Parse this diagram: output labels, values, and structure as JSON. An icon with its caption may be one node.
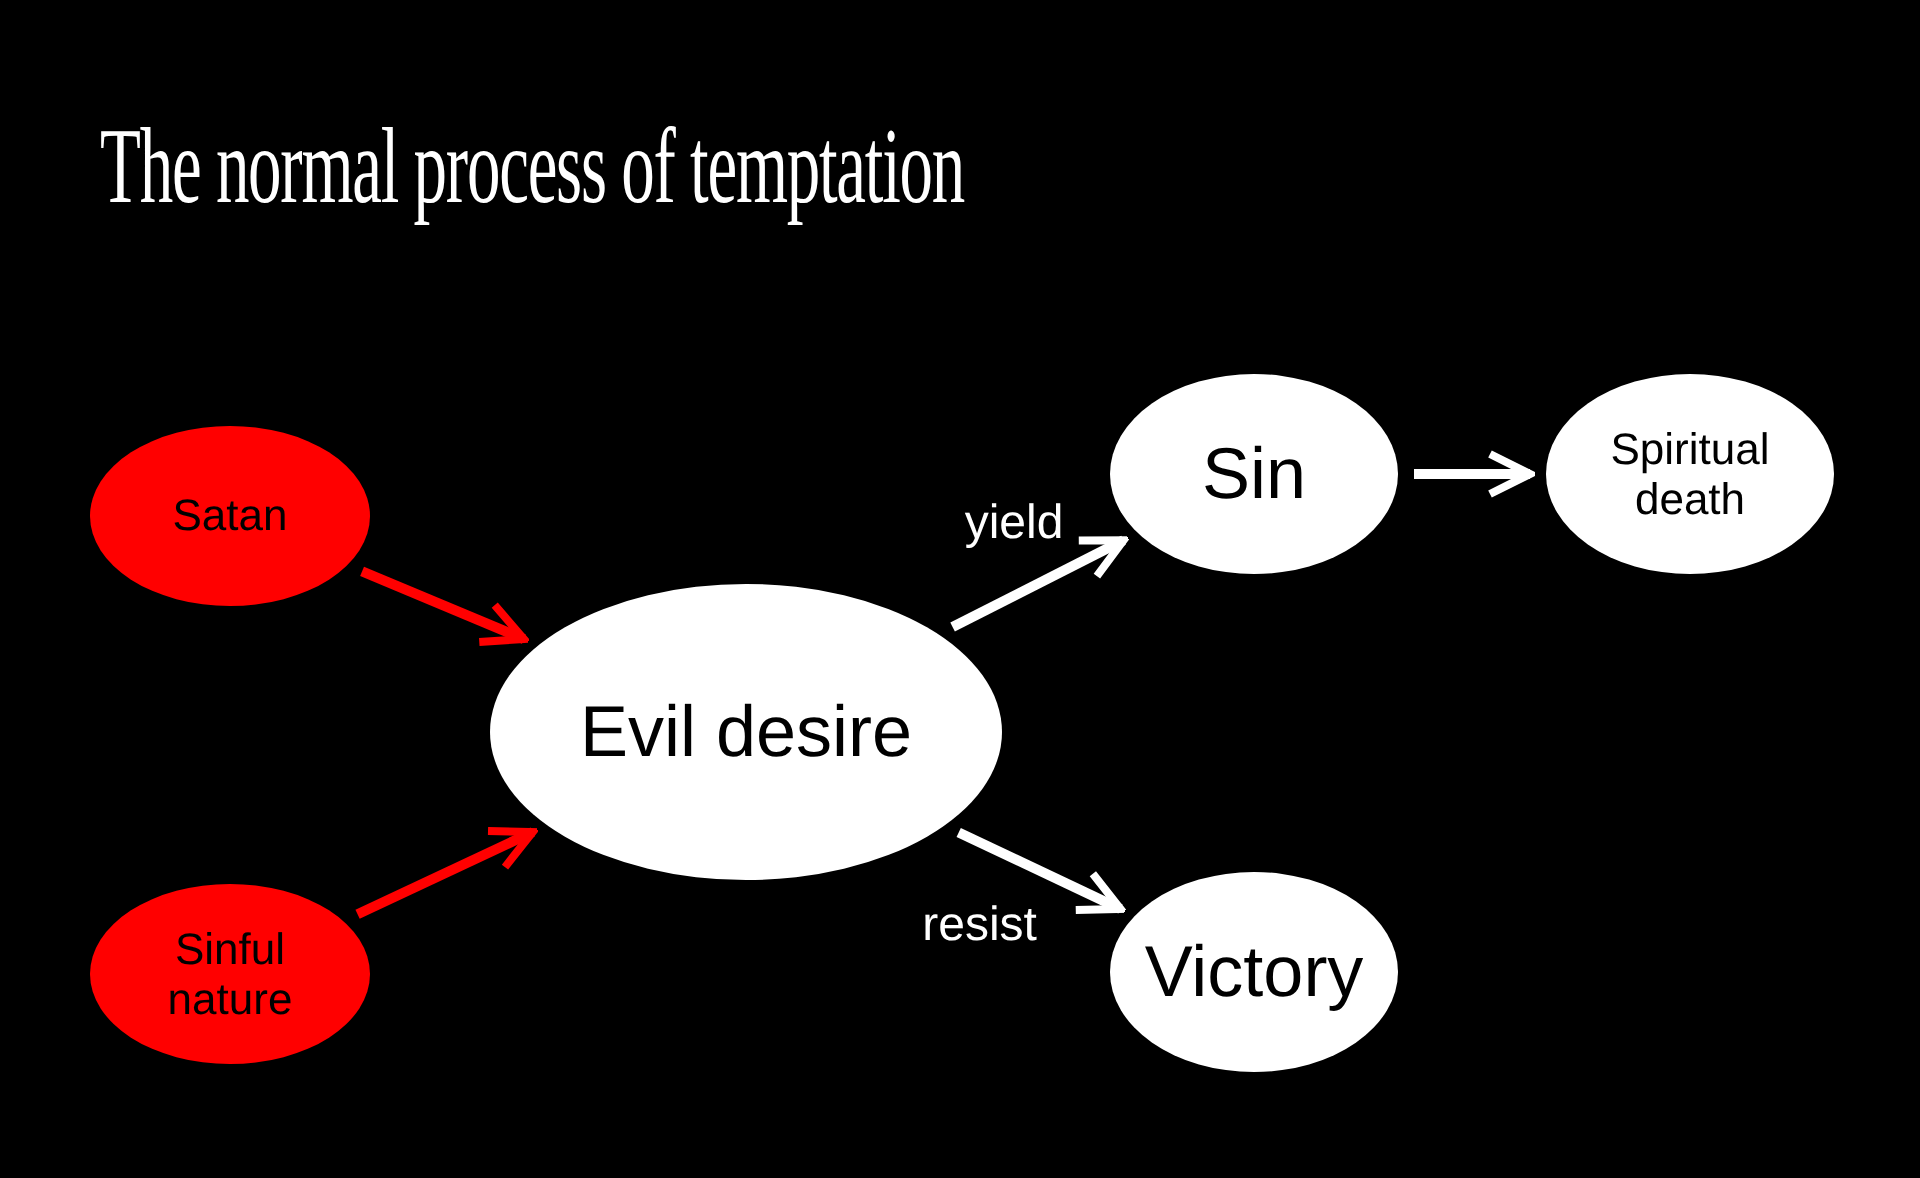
{
  "diagram": {
    "title": "The normal process of temptation",
    "nodes": [
      {
        "text": [
          "Satan"
        ]
      },
      {
        "text": [
          "Sinful nature"
        ]
      },
      {
        "text": [
          "Evil desire"
        ]
      },
      {
        "text": [
          "Sin"
        ]
      },
      {
        "text": [
          "Spiritual death"
        ]
      },
      {
        "text": [
          "Victory"
        ]
      }
    ],
    "edges": [
      {
        "from": 0,
        "to": 2,
        "arrow": "to",
        "color": "#ff0000"
      },
      {
        "from": 1,
        "to": 2,
        "arrow": "to",
        "color": "#ff0000"
      },
      {
        "from": 2,
        "to": 3,
        "arrow": "to",
        "label": "yield"
      },
      {
        "from": 3,
        "to": 4,
        "arrow": "to"
      },
      {
        "from": 2,
        "to": 5,
        "arrow": "to",
        "label": "resist"
      }
    ]
  }
}
